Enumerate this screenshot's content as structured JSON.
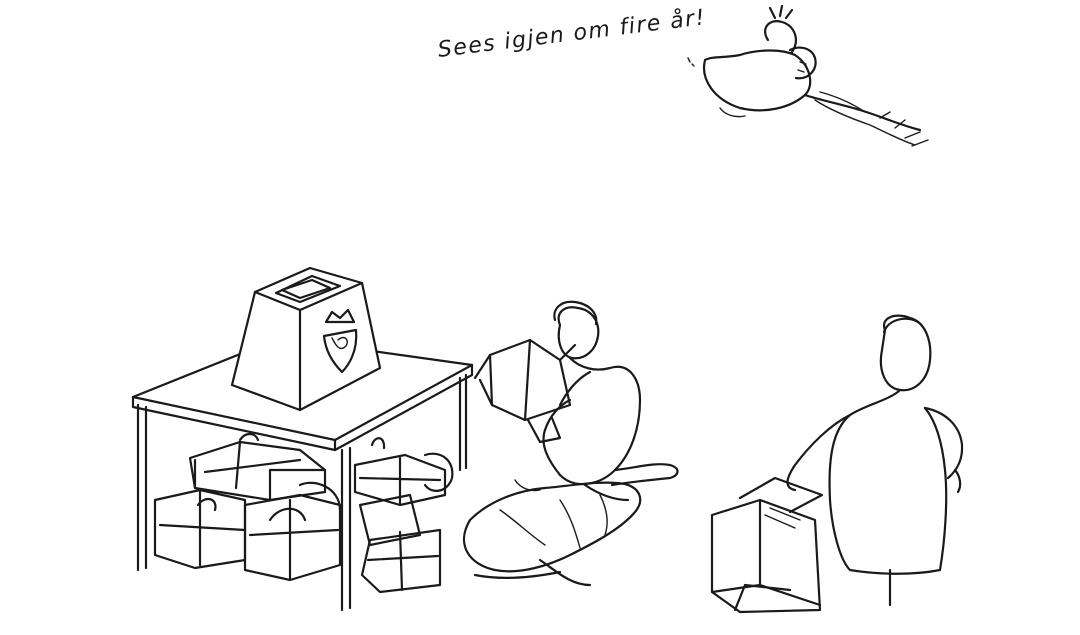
{
  "caption": "Sees igjen om fire år!",
  "colors": {
    "ink": "#1a1a1a",
    "paper": "#ffffff"
  },
  "icons": [
    "ballot-box",
    "coat-of-arms",
    "parcels",
    "flying-figure"
  ]
}
